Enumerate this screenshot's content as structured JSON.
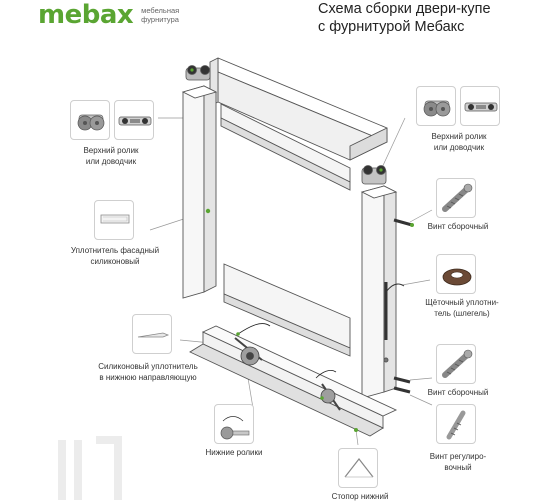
{
  "brand": {
    "logo": "mebax",
    "tagline_1": "мебельная",
    "tagline_2": "фурнитура"
  },
  "title": {
    "line1": "Схема сборки двери-купе",
    "line2": "с фурнитурой Мебакс"
  },
  "labels": {
    "top_roller_left_1": "Верхний ролик",
    "top_roller_left_2": "или доводчик",
    "facade_seal_1": "Уплотнитель фасадный",
    "facade_seal_2": "силиконовый",
    "bottom_seal_1": "Силиконовый уплотнитель",
    "bottom_seal_2": "в нижнюю направляющую",
    "bottom_rollers": "Нижние ролики",
    "top_roller_right_1": "Верхний ролик",
    "top_roller_right_2": "или доводчик",
    "assembly_screw_top": "Винт сборочный",
    "brush_seal_1": "Щёточный уплотни-",
    "brush_seal_2": "тель (шлегель)",
    "assembly_screw_bottom": "Винт сборочный",
    "adjust_screw_1": "Винт регулиро-",
    "adjust_screw_2": "вочный",
    "stopper": "Стопор нижний"
  },
  "colors": {
    "brand_green": "#5aa532",
    "line_gray": "#888888",
    "profile_light": "#f4f4f4",
    "stroke": "#555555"
  },
  "icons": [
    "roller-icon",
    "closer-icon",
    "seal-strip-icon",
    "screw-icon",
    "brush-roll-icon",
    "adjust-screw-icon",
    "stopper-icon",
    "bottom-roller-icon"
  ]
}
